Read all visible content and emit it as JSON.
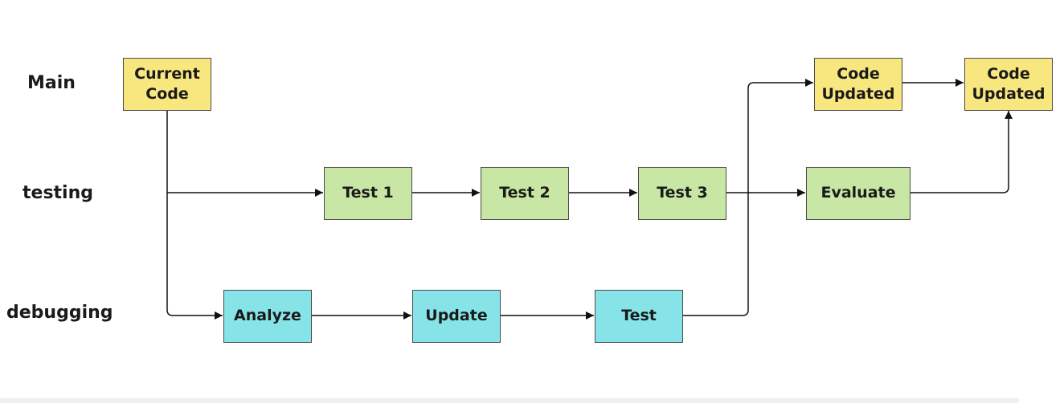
{
  "lanes": {
    "main": "Main",
    "testing": "testing",
    "debugging": "debugging"
  },
  "nodes": {
    "current_code": {
      "line1": "Current",
      "line2": "Code"
    },
    "test1": "Test 1",
    "test2": "Test 2",
    "test3": "Test 3",
    "evaluate": "Evaluate",
    "analyze": "Analyze",
    "update": "Update",
    "test": "Test",
    "code_updated_1": {
      "line1": "Code",
      "line2": "Updated"
    },
    "code_updated_2": {
      "line1": "Code",
      "line2": "Updated"
    }
  },
  "colors": {
    "main_node": "#f8e67e",
    "testing_node": "#c8e6a4",
    "debugging_node": "#86e4e8",
    "edge": "#111111"
  }
}
